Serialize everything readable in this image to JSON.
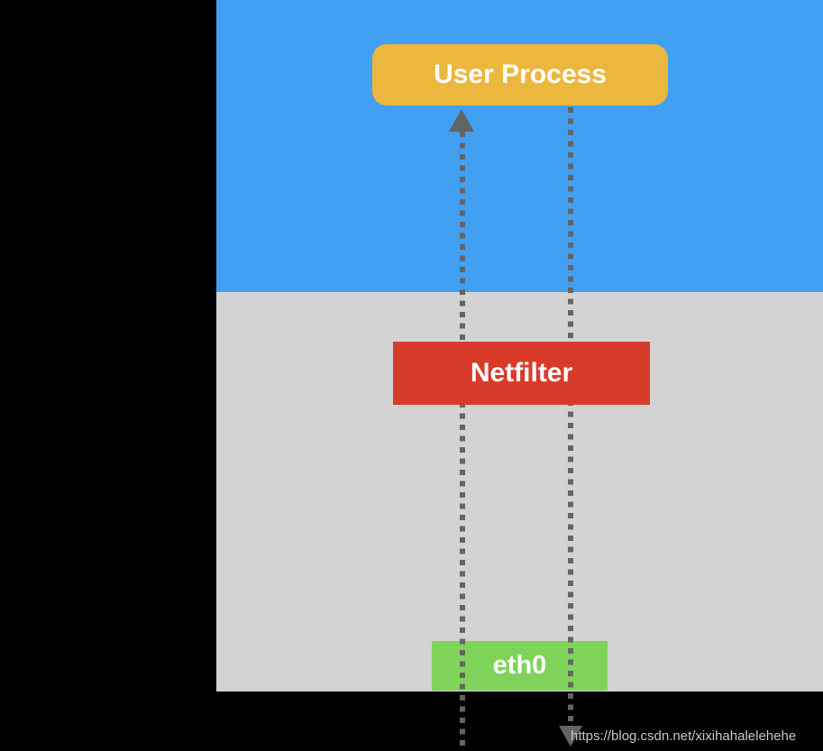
{
  "diagram": {
    "regions": {
      "user_space": {
        "color": "#42A0F2"
      },
      "kernel_space": {
        "color": "#D3D3D3"
      }
    },
    "nodes": {
      "user_process": {
        "label": "User Process",
        "color": "#EBB73C",
        "text_color": "#FFFFFF"
      },
      "netfilter": {
        "label": "Netfilter",
        "color": "#D93B2B",
        "text_color": "#FFFFFF"
      },
      "eth0": {
        "label": "eth0",
        "color": "#7FD35A",
        "text_color": "#FFFFFF"
      }
    },
    "flows": {
      "inbound": {
        "direction": "up",
        "style": "dotted",
        "color": "#646464"
      },
      "outbound": {
        "direction": "down",
        "style": "dotted",
        "color": "#646464"
      }
    },
    "watermark": {
      "text": "https://blog.csdn.net/xixihahalelehehe",
      "color": "#C8C8C8"
    }
  }
}
